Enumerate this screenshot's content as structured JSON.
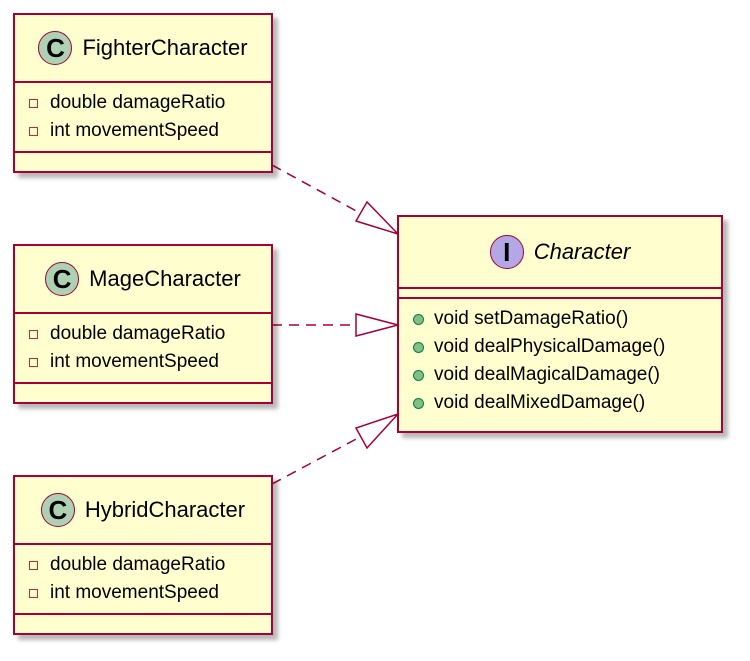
{
  "colors": {
    "class_fill": "#FEFECE",
    "border": "#A80036",
    "class_badge": "#ADD1B2",
    "interface_badge": "#B4A7E5",
    "private_marker": "#C82930",
    "public_marker_fill": "#84BE84",
    "public_marker_border": "#038048"
  },
  "classes": [
    {
      "name": "FighterCharacter",
      "badge": "C",
      "fields": [
        "double damageRatio",
        "int movementSpeed"
      ]
    },
    {
      "name": "MageCharacter",
      "badge": "C",
      "fields": [
        "double damageRatio",
        "int movementSpeed"
      ]
    },
    {
      "name": "HybridCharacter",
      "badge": "C",
      "fields": [
        "double damageRatio",
        "int movementSpeed"
      ]
    }
  ],
  "interface": {
    "name": "Character",
    "badge": "I",
    "methods": [
      "void setDamageRatio()",
      "void dealPhysicalDamage()",
      "void dealMagicalDamage()",
      "void dealMixedDamage()"
    ]
  },
  "relations": [
    {
      "from": "FighterCharacter",
      "to": "Character",
      "type": "realization"
    },
    {
      "from": "MageCharacter",
      "to": "Character",
      "type": "realization"
    },
    {
      "from": "HybridCharacter",
      "to": "Character",
      "type": "realization"
    }
  ]
}
